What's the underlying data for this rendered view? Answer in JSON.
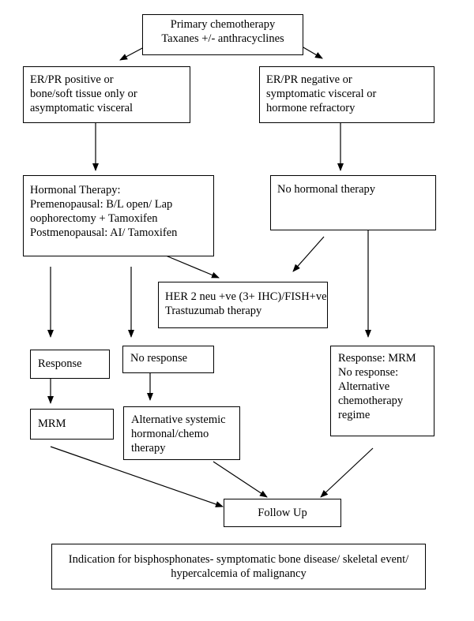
{
  "boxes": {
    "primary": {
      "lines": [
        "Primary chemotherapy",
        "Taxanes +/- anthracyclines"
      ]
    },
    "er_positive": {
      "lines": [
        "ER/PR positive or",
        "bone/soft tissue only or",
        "asymptomatic visceral"
      ]
    },
    "er_negative": {
      "lines": [
        "ER/PR negative or",
        "symptomatic visceral or",
        "hormone refractory"
      ]
    },
    "hormonal": {
      "lines": [
        "Hormonal Therapy:",
        "Premenopausal: B/L open/ Lap",
        "oophorectomy + Tamoxifen",
        "Postmenopausal: AI/ Tamoxifen"
      ]
    },
    "no_hormonal": {
      "lines": [
        "No hormonal therapy"
      ]
    },
    "her2": {
      "lines": [
        "HER 2 neu +ve (3+ IHC)/FISH+ve",
        "Trastuzumab therapy"
      ]
    },
    "response": {
      "lines": [
        "Response"
      ]
    },
    "no_response": {
      "lines": [
        "No response"
      ]
    },
    "response_mrm": {
      "lines": [
        "Response: MRM",
        "No response:",
        "Alternative",
        "chemotherapy",
        "regime"
      ]
    },
    "mrm": {
      "lines": [
        "MRM"
      ]
    },
    "alternative": {
      "lines": [
        "Alternative systemic",
        "hormonal/chemo",
        "therapy"
      ]
    },
    "follow_up": {
      "lines": [
        "Follow Up"
      ]
    },
    "bisphosphonates": {
      "lines": [
        "Indication for bisphosphonates- symptomatic bone disease/ skeletal event/",
        "hypercalcemia of malignancy"
      ]
    }
  }
}
